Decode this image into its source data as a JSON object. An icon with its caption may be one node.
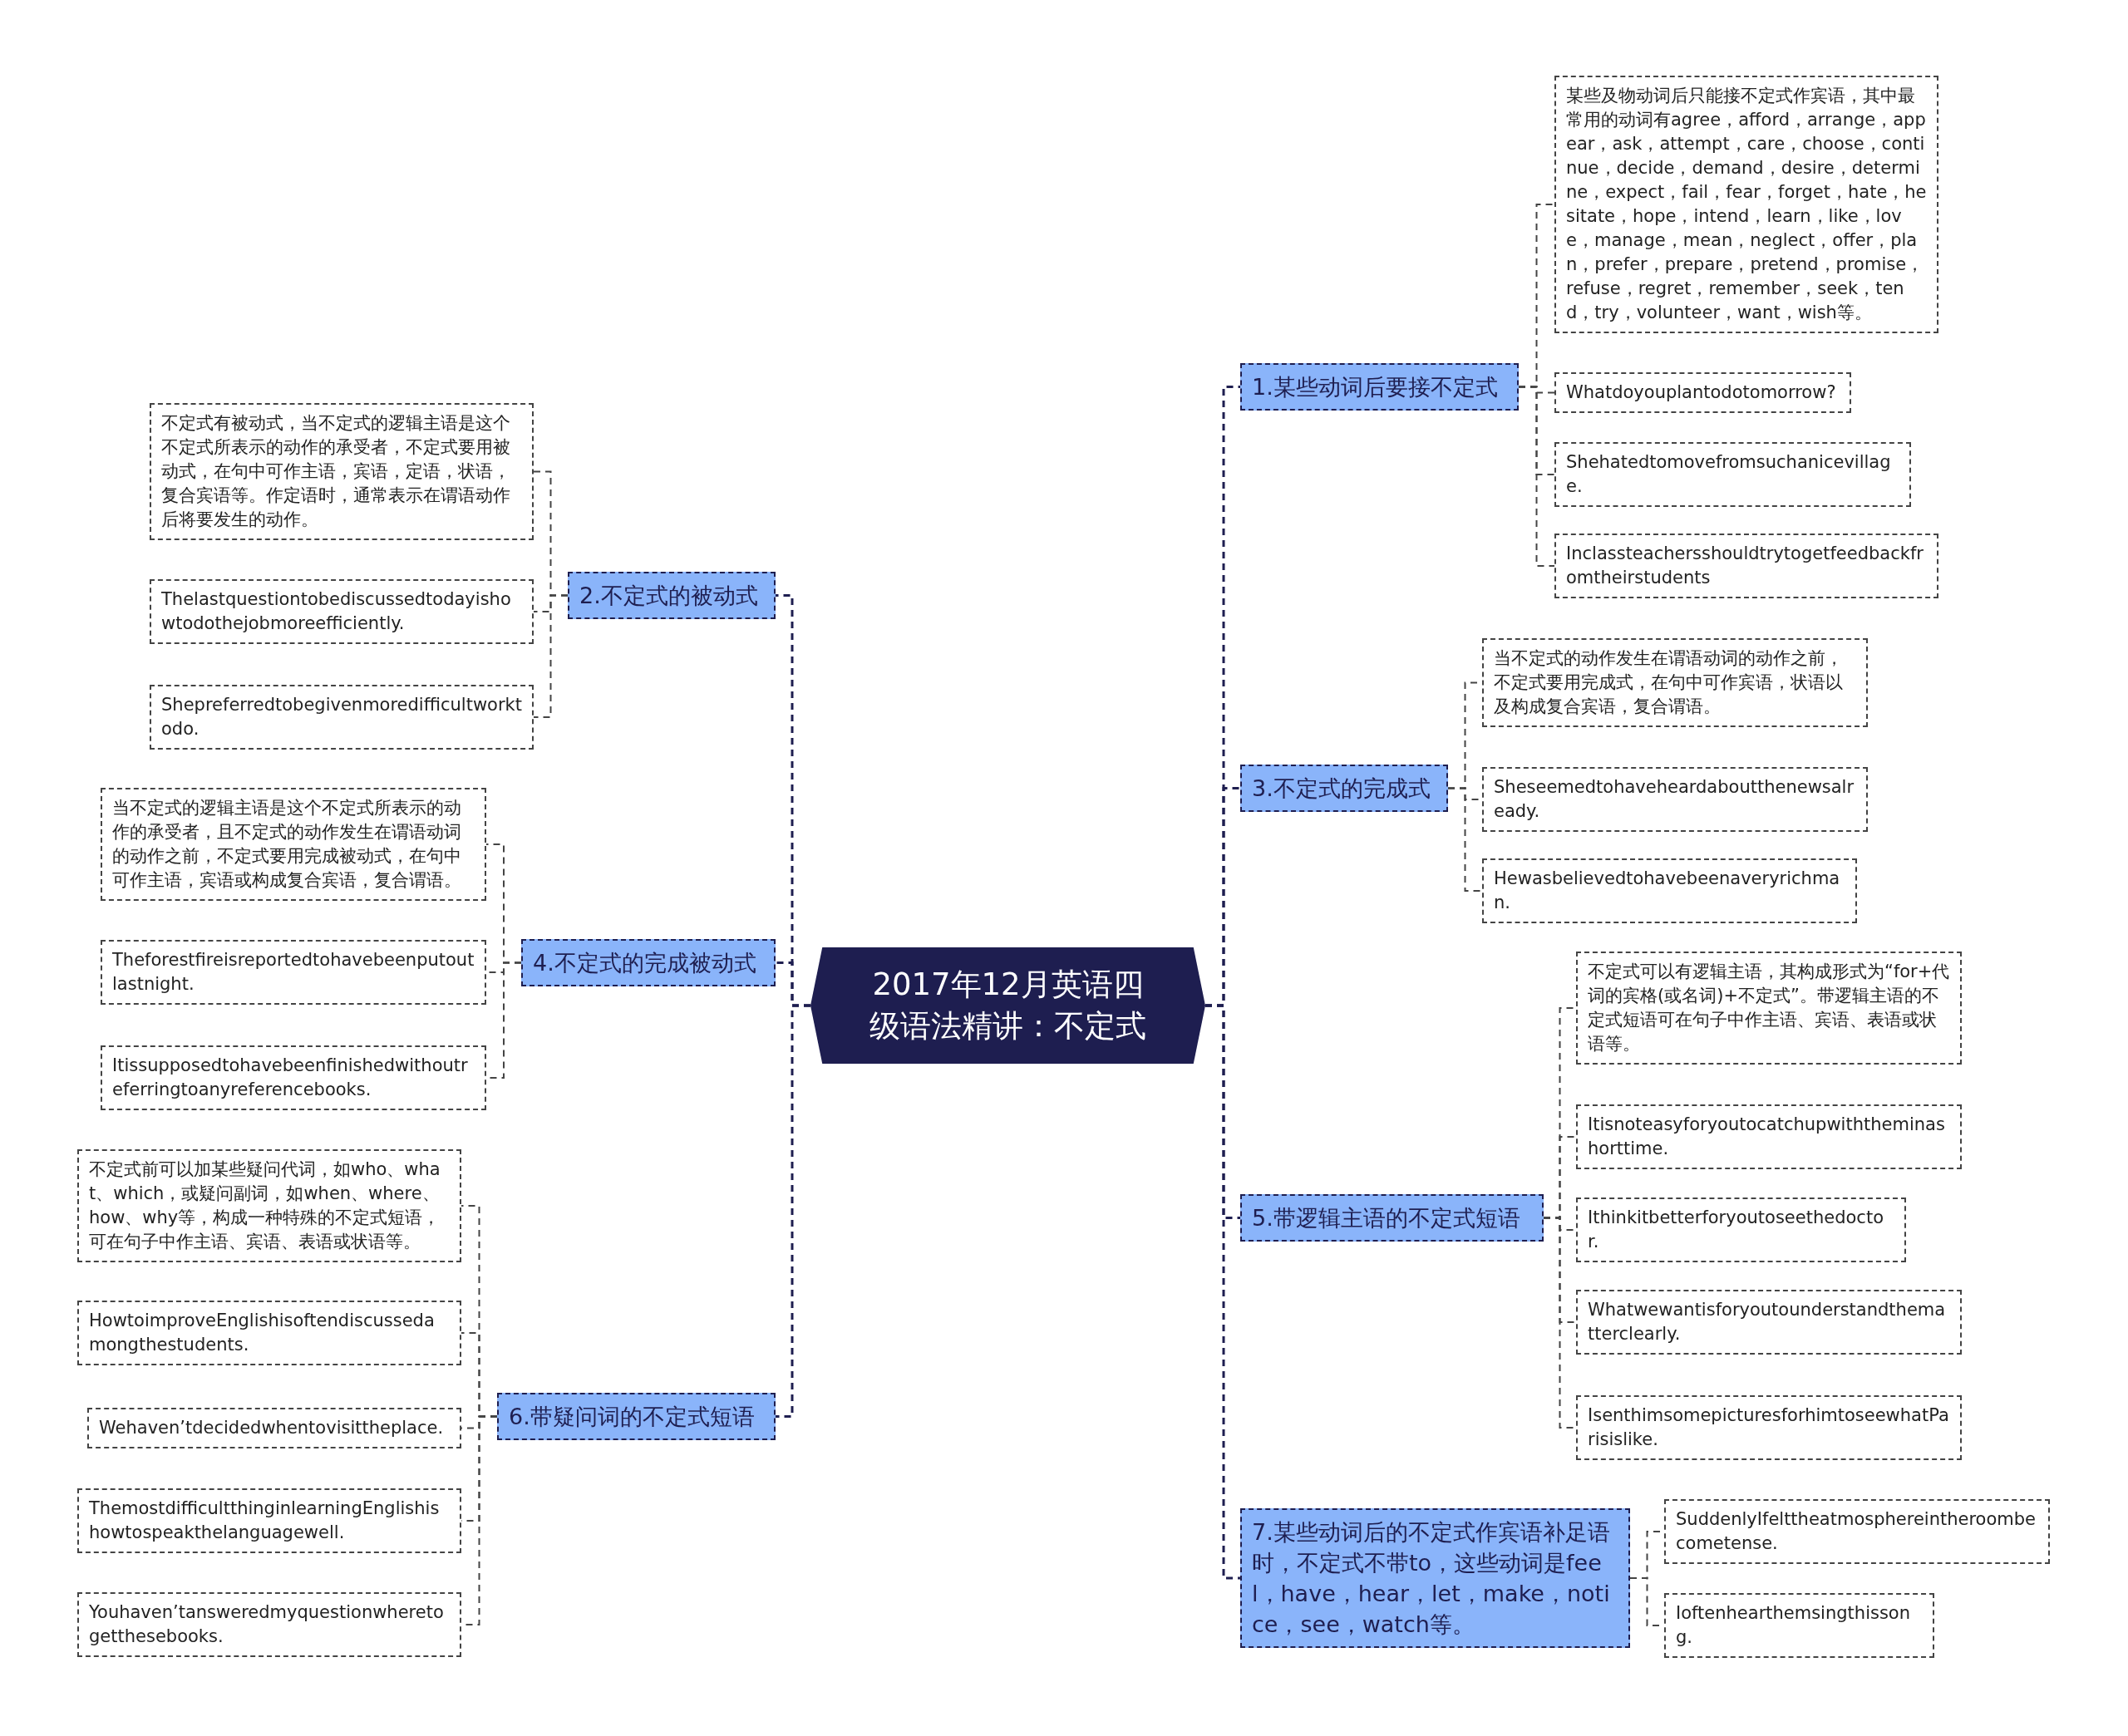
{
  "diagram": {
    "nodes": [
      {
        "text": [
          "2017年12月英语四级语法精讲：不定式"
        ]
      },
      {
        "text": [
          "1.某些动词后要接不定式"
        ]
      },
      {
        "text": [
          "某些及物动词后只能接不定式作宾语，其中最常用的动词有agree，afford，arrange，appear，ask，attempt，care，choose，continue，decide，demand，desire，determine，expect，fail，fear，forget，hate，hesitate，hope，intend，learn，like，love，manage，mean，neglect，offer，plan，prefer，prepare，pretend，promise，refuse，regret，remember，seek，tend，try，volunteer，want，wish等。"
        ]
      },
      {
        "text": [
          "Whatdoyouplantodotomorrow?"
        ]
      },
      {
        "text": [
          "Shehatedtomovefromsuchanicevillage."
        ]
      },
      {
        "text": [
          "Inclassteachersshouldtrytogetfeedbackfromtheirstudents"
        ]
      },
      {
        "text": [
          "2.不定式的被动式"
        ]
      },
      {
        "text": [
          "不定式有被动式，当不定式的逻辑主语是这个不定式所表示的动作的承受者，不定式要用被动式，在句中可作主语，宾语，定语，状语，复合宾语等。作定语时，通常表示在谓语动作后将要发生的动作。"
        ]
      },
      {
        "text": [
          "Thelastquestiontobediscussedtodayishowtodothejobmoreefficiently."
        ]
      },
      {
        "text": [
          "Shepreferredtobegivenmoredifficultworktodo."
        ]
      },
      {
        "text": [
          "3.不定式的完成式"
        ]
      },
      {
        "text": [
          "当不定式的动作发生在谓语动词的动作之前，不定式要用完成式，在句中可作宾语，状语以及构成复合宾语，复合谓语。"
        ]
      },
      {
        "text": [
          "Sheseemedtohaveheardaboutthenewsalready."
        ]
      },
      {
        "text": [
          "Hewasbelievedtohavebeenaveryrichman."
        ]
      },
      {
        "text": [
          "4.不定式的完成被动式"
        ]
      },
      {
        "text": [
          "当不定式的逻辑主语是这个不定式所表示的动作的承受者，且不定式的动作发生在谓语动词的动作之前，不定式要用完成被动式，在句中可作主语，宾语或构成复合宾语，复合谓语。"
        ]
      },
      {
        "text": [
          "Theforestfireisreportedtohavebeenputoutlastnight."
        ]
      },
      {
        "text": [
          "Itissupposedtohavebeenfinishedwithoutreferringtoanyreferencebooks."
        ]
      },
      {
        "text": [
          "5.带逻辑主语的不定式短语"
        ]
      },
      {
        "text": [
          "不定式可以有逻辑主语，其构成形式为“for+代词的宾格(或名词)+不定式”。带逻辑主语的不定式短语可在句子中作主语、宾语、表语或状语等。"
        ]
      },
      {
        "text": [
          "Itisnoteasyforyoutocatchupwiththeminashorttime."
        ]
      },
      {
        "text": [
          "Ithinkitbetterforyoutoseethedoctor."
        ]
      },
      {
        "text": [
          "Whatwewantisforyoutounderstandthematterclearly."
        ]
      },
      {
        "text": [
          "IsenthimsomepicturesforhimtoseewhatParisislike."
        ]
      },
      {
        "text": [
          "6.带疑问词的不定式短语"
        ]
      },
      {
        "text": [
          "不定式前可以加某些疑问代词，如who、what、which，或疑问副词，如when、where、how、why等，构成一种特殊的不定式短语，可在句子中作主语、宾语、表语或状语等。"
        ]
      },
      {
        "text": [
          "HowtoimproveEnglishisoftendiscussedamongthestudents."
        ]
      },
      {
        "text": [
          "Wehaven’tdecidedwhentovisittheplace."
        ]
      },
      {
        "text": [
          "ThemostdifficultthinginlearningEnglishishowtospeakthelanguagewell."
        ]
      },
      {
        "text": [
          "Youhaven’tansweredmyquestionwheretogetthesebooks."
        ]
      },
      {
        "text": [
          "7.某些动词后的不定式作宾语补足语时，不定式不带to，这些动词是feel，have，hear，let，make，notice，see，watch等。"
        ]
      },
      {
        "text": [
          "SuddenlyIfelttheatmosphereintheroombecometense."
        ]
      },
      {
        "text": [
          "Ioftenhearthemsingthissong."
        ]
      }
    ],
    "edges": [
      {
        "from": 0,
        "to": 1,
        "arrow": "none",
        "color": "#1e1e50"
      },
      {
        "from": 1,
        "to": 2,
        "arrow": "none"
      },
      {
        "from": 1,
        "to": 3,
        "arrow": "none"
      },
      {
        "from": 1,
        "to": 4,
        "arrow": "none"
      },
      {
        "from": 1,
        "to": 5,
        "arrow": "none"
      },
      {
        "from": 0,
        "to": 6,
        "arrow": "none",
        "color": "#1e1e50"
      },
      {
        "from": 6,
        "to": 7,
        "arrow": "none"
      },
      {
        "from": 6,
        "to": 8,
        "arrow": "none"
      },
      {
        "from": 6,
        "to": 9,
        "arrow": "none"
      },
      {
        "from": 0,
        "to": 10,
        "arrow": "none",
        "color": "#1e1e50"
      },
      {
        "from": 10,
        "to": 11,
        "arrow": "none"
      },
      {
        "from": 10,
        "to": 12,
        "arrow": "none"
      },
      {
        "from": 10,
        "to": 13,
        "arrow": "none"
      },
      {
        "from": 0,
        "to": 14,
        "arrow": "none",
        "color": "#1e1e50"
      },
      {
        "from": 14,
        "to": 15,
        "arrow": "none"
      },
      {
        "from": 14,
        "to": 16,
        "arrow": "none"
      },
      {
        "from": 14,
        "to": 17,
        "arrow": "none"
      },
      {
        "from": 0,
        "to": 18,
        "arrow": "none",
        "color": "#1e1e50"
      },
      {
        "from": 18,
        "to": 19,
        "arrow": "none"
      },
      {
        "from": 18,
        "to": 20,
        "arrow": "none"
      },
      {
        "from": 18,
        "to": 21,
        "arrow": "none"
      },
      {
        "from": 18,
        "to": 22,
        "arrow": "none"
      },
      {
        "from": 18,
        "to": 23,
        "arrow": "none"
      },
      {
        "from": 0,
        "to": 24,
        "arrow": "none",
        "color": "#1e1e50"
      },
      {
        "from": 24,
        "to": 25,
        "arrow": "none"
      },
      {
        "from": 24,
        "to": 26,
        "arrow": "none"
      },
      {
        "from": 24,
        "to": 27,
        "arrow": "none"
      },
      {
        "from": 24,
        "to": 28,
        "arrow": "none"
      },
      {
        "from": 24,
        "to": 29,
        "arrow": "none"
      },
      {
        "from": 0,
        "to": 30,
        "arrow": "none",
        "color": "#1e1e50"
      },
      {
        "from": 30,
        "to": 31,
        "arrow": "none"
      },
      {
        "from": 30,
        "to": 32,
        "arrow": "none"
      }
    ]
  }
}
